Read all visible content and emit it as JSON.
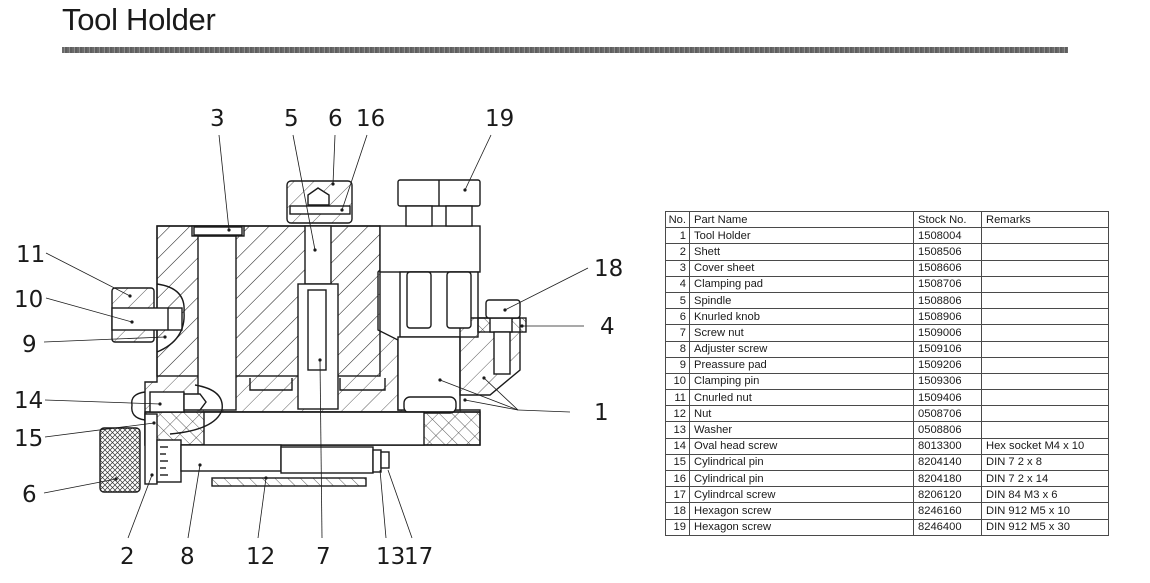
{
  "header": {
    "title": "Tool Holder"
  },
  "diagram": {
    "description": "Sectional drawing of tool holder assembly",
    "callouts": [
      "3",
      "5",
      "6",
      "16",
      "19",
      "11",
      "10",
      "9",
      "18",
      "4",
      "14",
      "15",
      "1",
      "6",
      "2",
      "8",
      "12",
      "7",
      "13",
      "17"
    ]
  },
  "parts_table": {
    "columns": [
      "No.",
      "Part Name",
      "Stock No.",
      "Remarks"
    ],
    "rows": [
      {
        "no": "1",
        "name": "Tool Holder",
        "stock": "1508004",
        "remarks": ""
      },
      {
        "no": "2",
        "name": "Shett",
        "stock": "1508506",
        "remarks": ""
      },
      {
        "no": "3",
        "name": "Cover sheet",
        "stock": "1508606",
        "remarks": ""
      },
      {
        "no": "4",
        "name": "Clamping pad",
        "stock": "1508706",
        "remarks": ""
      },
      {
        "no": "5",
        "name": "Spindle",
        "stock": "1508806",
        "remarks": ""
      },
      {
        "no": "6",
        "name": "Knurled knob",
        "stock": "1508906",
        "remarks": ""
      },
      {
        "no": "7",
        "name": "Screw nut",
        "stock": "1509006",
        "remarks": ""
      },
      {
        "no": "8",
        "name": "Adjuster screw",
        "stock": "1509106",
        "remarks": ""
      },
      {
        "no": "9",
        "name": "Preassure pad",
        "stock": "1509206",
        "remarks": ""
      },
      {
        "no": "10",
        "name": "Clamping pin",
        "stock": "1509306",
        "remarks": ""
      },
      {
        "no": "11",
        "name": "Cnurled nut",
        "stock": "1509406",
        "remarks": ""
      },
      {
        "no": "12",
        "name": "Nut",
        "stock": "0508706",
        "remarks": ""
      },
      {
        "no": "13",
        "name": "Washer",
        "stock": "0508806",
        "remarks": ""
      },
      {
        "no": "14",
        "name": "Oval head screw",
        "stock": "8013300",
        "remarks": "Hex socket M4 x 10"
      },
      {
        "no": "15",
        "name": "Cylindrical pin",
        "stock": "8204140",
        "remarks": "DIN 7  2 x 8"
      },
      {
        "no": "16",
        "name": "Cylindrical pin",
        "stock": "8204180",
        "remarks": "DIN 7 2 x 14"
      },
      {
        "no": "17",
        "name": "Cylindrcal screw",
        "stock": "8206120",
        "remarks": "DIN 84  M3 x 6"
      },
      {
        "no": "18",
        "name": "Hexagon screw",
        "stock": "8246160",
        "remarks": "DIN 912 M5 x 10"
      },
      {
        "no": "19",
        "name": "Hexagon screw",
        "stock": "8246400",
        "remarks": "DIN 912 M5 x 30"
      }
    ]
  },
  "colors": {
    "line": "#1a1a1a",
    "rule": "#6a6a6a"
  }
}
